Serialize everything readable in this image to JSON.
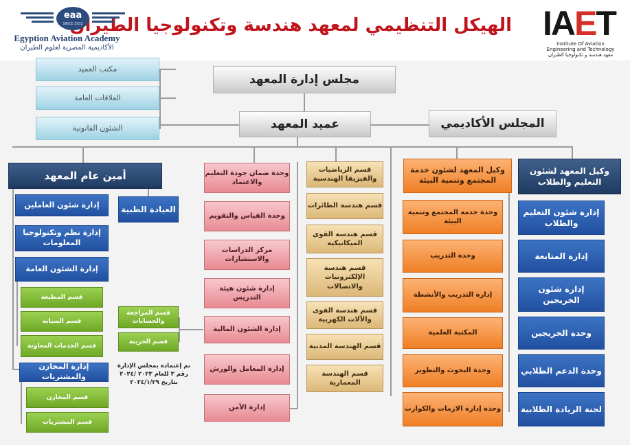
{
  "header": {
    "title": "الهيكل التنظيمي لمعهد هندسة وتكنولوجيا الطيران",
    "left_logo": {
      "badge": "eaa",
      "since": "SINCE 1932",
      "name_en": "Egyption Aviation Academy",
      "name_ar": "الأكاديمية المصرية لعلوم الطيران"
    },
    "right_logo": {
      "mark_i": "I",
      "mark_a": "A",
      "mark_e": "E",
      "mark_t": "T",
      "line1": "Institute Of Aviation",
      "line2": "Engineering and Technology",
      "line3": "معهد هندسة و تكنولوجيا الطيران"
    }
  },
  "top": {
    "council": "مجلس إدارة المعهد",
    "dean": "عميد المعهد",
    "academic_council": "المجلس الأكاديمي",
    "dean_support": [
      "مكتب العميد",
      "العلاقات العامة",
      "الشئون القانونية"
    ]
  },
  "secretary_general": {
    "title": "أمين عام المعهد",
    "medical": "العيادة الطبية",
    "hr": "إدارة شئون العاملين",
    "it": "إدارة نظم وتكنولوجيا المعلومات",
    "general_affairs": "إدارة الشئون العامة",
    "general_sections": [
      "قسم المطبعة",
      "قسم الصيانة",
      "قسم الخدمات المعاونة"
    ],
    "stores": "إدارة المخازن والمشتريات",
    "stores_sections": [
      "قسم المخازن",
      "قسم المشتريات"
    ]
  },
  "finance_sections": [
    "قسم المراجعة والحسابات",
    "قسم الخزينة"
  ],
  "approval_note": {
    "line1": "تم إعتماده بمجلس الإدارة",
    "line2": "رقم ٣ للعام ٢٠٢٣ /٢٠٢٤",
    "line3": "بتاريخ ٢٠٢٤/١/٢٩"
  },
  "units": [
    "وحدة ضمان جودة التعليم والاعتماد",
    "وحدة القياس والتقويم",
    "مركز الدراسات والاستشارات",
    "إدارة شئون هيئة التدريس",
    "إدارة الشئون المالية",
    "إدارة المعامل والورش",
    "إدارة الأمن"
  ],
  "departments": [
    "قسم الرياضيات والفيزيقا الهندسية",
    "قسم هندسة الطائرات",
    "قسم هندسة القوى الميكانيكية",
    "قسم هندسة الإلكترونيات والاتصالات",
    "قسم هندسة القوى والآلات الكهربية",
    "قسم الهندسة المدنية",
    "قسم الهندسة المعمارية"
  ],
  "community_vice": {
    "title": "وكيل المعهد لشئون خدمة المجتمع وتنمية البيئة",
    "units": [
      "وحدة خدمة المجتمع وتنمية البيئة",
      "وحدة التدريب",
      "إدارة التدريب والأنشطة",
      "المكتبة العلمية",
      "وحدة البحوث والتطوير",
      "وحدة إدارة الازمات والكوارث"
    ]
  },
  "education_vice": {
    "title": "وكيل المعهد لشئون التعليم والطلاب",
    "units": [
      "إدارة شئون التعليم والطلاب",
      "إدارة المتابعة",
      "إدارة شئون الخريجين",
      "وحدة الخريجين",
      "وحدة الدعم الطلابي",
      "لجنة الريادة الطلابية"
    ]
  },
  "colors": {
    "title_red": "#c0141c",
    "navy": "#1f3b62",
    "blue": "#2150a0",
    "green": "#6fa826",
    "pink": "#e88a92",
    "tan": "#dcb878",
    "orange": "#ef7f25",
    "gray": "#c9c9c9",
    "light_blue": "#9fd2e3"
  }
}
